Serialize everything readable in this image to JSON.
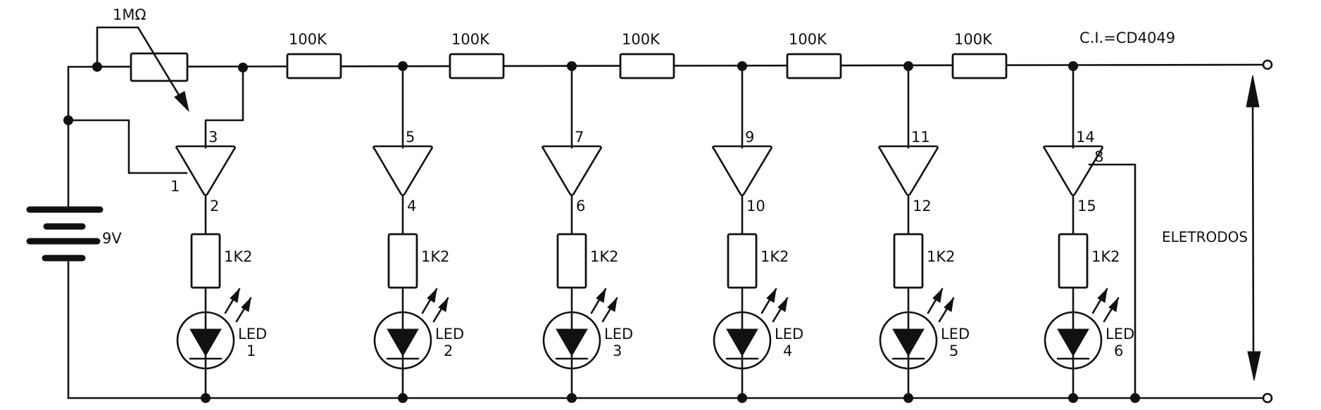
{
  "title_ic": "C.I.=CD4049",
  "potentiometer": {
    "label": "1MΩ"
  },
  "battery": {
    "label": "9V"
  },
  "electrodes": {
    "label": "ELETRODOS"
  },
  "ladder_resistors": [
    "100K",
    "100K",
    "100K",
    "100K",
    "100K"
  ],
  "stages": [
    {
      "in_pin": "3",
      "out_pin": "2",
      "extra_pin": "1",
      "resistor": "1K2",
      "led_label": "LED",
      "led_num": "1"
    },
    {
      "in_pin": "5",
      "out_pin": "4",
      "resistor": "1K2",
      "led_label": "LED",
      "led_num": "2"
    },
    {
      "in_pin": "7",
      "out_pin": "6",
      "resistor": "1K2",
      "led_label": "LED",
      "led_num": "3"
    },
    {
      "in_pin": "9",
      "out_pin": "10",
      "resistor": "1K2",
      "led_label": "LED",
      "led_num": "4"
    },
    {
      "in_pin": "11",
      "out_pin": "12",
      "resistor": "1K2",
      "led_label": "LED",
      "led_num": "5"
    },
    {
      "in_pin": "14",
      "out_pin": "15",
      "extra_pin": "8",
      "resistor": "1K2",
      "led_label": "LED",
      "led_num": "6"
    }
  ]
}
